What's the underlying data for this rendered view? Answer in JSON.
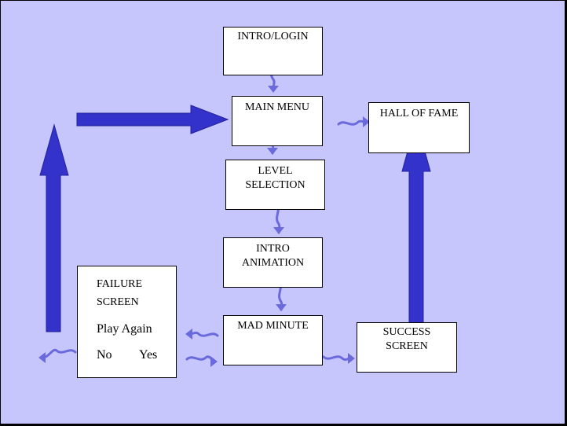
{
  "nodes": {
    "intro_login": "INTRO/LOGIN",
    "main_menu": "MAIN MENU",
    "hall_of_fame": "HALL OF FAME",
    "level_selection": [
      "LEVEL",
      "SELECTION"
    ],
    "intro_animation": [
      "INTRO",
      "ANIMATION"
    ],
    "mad_minute": "MAD MINUTE",
    "success_screen": [
      "SUCCESS",
      "SCREEN"
    ],
    "failure_screen": {
      "title": [
        "FAILURE",
        "SCREEN"
      ],
      "prompt": "Play Again",
      "no_option": "No",
      "yes_option": "Yes"
    }
  },
  "colors": {
    "background": "#c6c6fc",
    "box_fill": "#ffffff",
    "block_arrow": "#3333cc",
    "curved_arrow": "#6a6adc"
  },
  "icons": {
    "block_arrow": "solid-block-arrow",
    "connector": "curved-squiggle-arrow"
  }
}
